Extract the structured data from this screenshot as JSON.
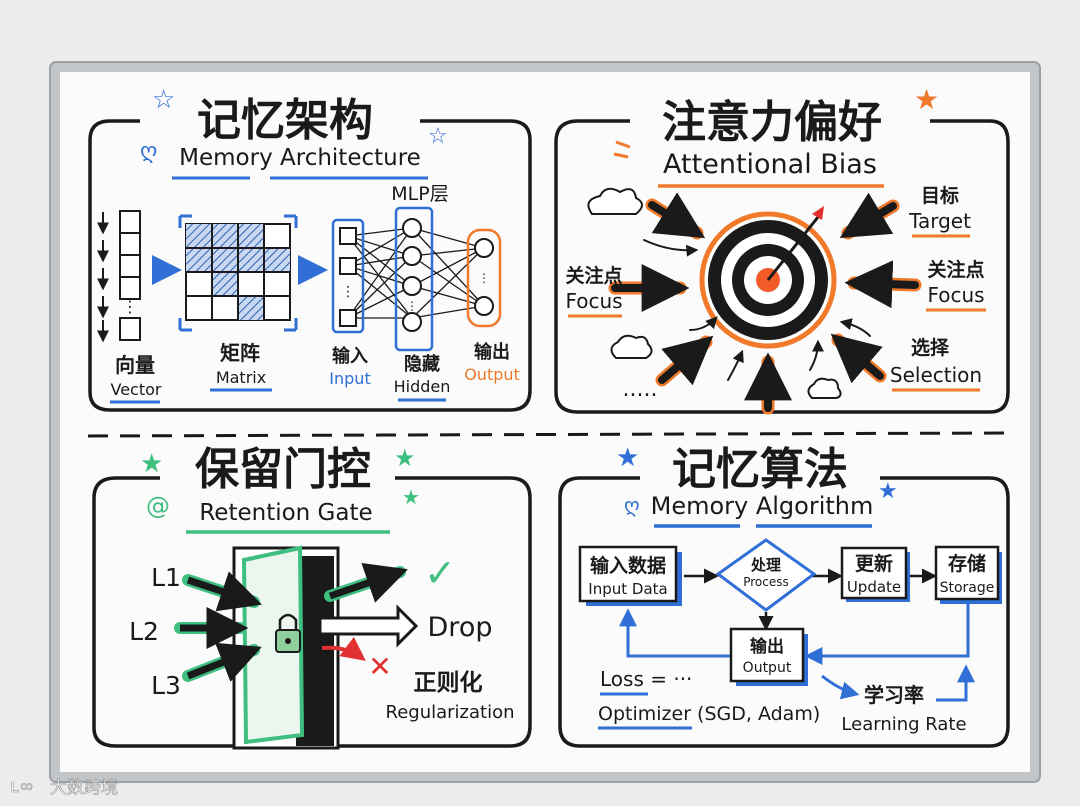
{
  "palette": {
    "ink": "#1a1a1a",
    "blue": "#2f6fd6",
    "orange": "#f07a2a",
    "green": "#3fbf7f",
    "red": "#e03030",
    "board": "#fbfbfb",
    "frame": "#b9bcbf"
  },
  "q1": {
    "title_zh": "记忆架构",
    "title_en": "Memory Architecture",
    "mlp_label": "MLP层",
    "vector_zh": "向量",
    "vector_en": "Vector",
    "matrix_zh": "矩阵",
    "matrix_en": "Matrix",
    "input_zh": "输入",
    "input_en": "Input",
    "hidden_zh": "隐藏",
    "hidden_en": "Hidden",
    "output_zh": "输出",
    "output_en": "Output"
  },
  "q2": {
    "title_zh": "注意力偏好",
    "title_en": "Attentional Bias",
    "target_zh": "目标",
    "target_en": "Target",
    "focus_left_zh": "关注点",
    "focus_left_en": "Focus",
    "focus_right_zh": "关注点",
    "focus_right_en": "Focus",
    "selection_zh": "选择",
    "selection_en": "Selection",
    "ellipsis": "....."
  },
  "q3": {
    "title_zh": "保留门控",
    "title_en": "Retention Gate",
    "l1": "L1",
    "l2": "L2",
    "l3": "L3",
    "drop": "Drop",
    "reg_zh": "正则化",
    "reg_en": "Regularization"
  },
  "q4": {
    "title_zh": "记忆算法",
    "title_en": "Memory Algorithm",
    "input_zh": "输入数据",
    "input_en": "Input Data",
    "process_zh": "处理",
    "process_en": "Process",
    "update_zh": "更新",
    "update_en": "Update",
    "storage_zh": "存储",
    "storage_en": "Storage",
    "output_zh": "输出",
    "output_en": "Output",
    "loss": "Loss = ···",
    "optimizer": "Optimizer (SGD, Adam)",
    "lr_zh": "学习率",
    "lr_en": "Learning Rate"
  },
  "watermark": "大数跨境"
}
